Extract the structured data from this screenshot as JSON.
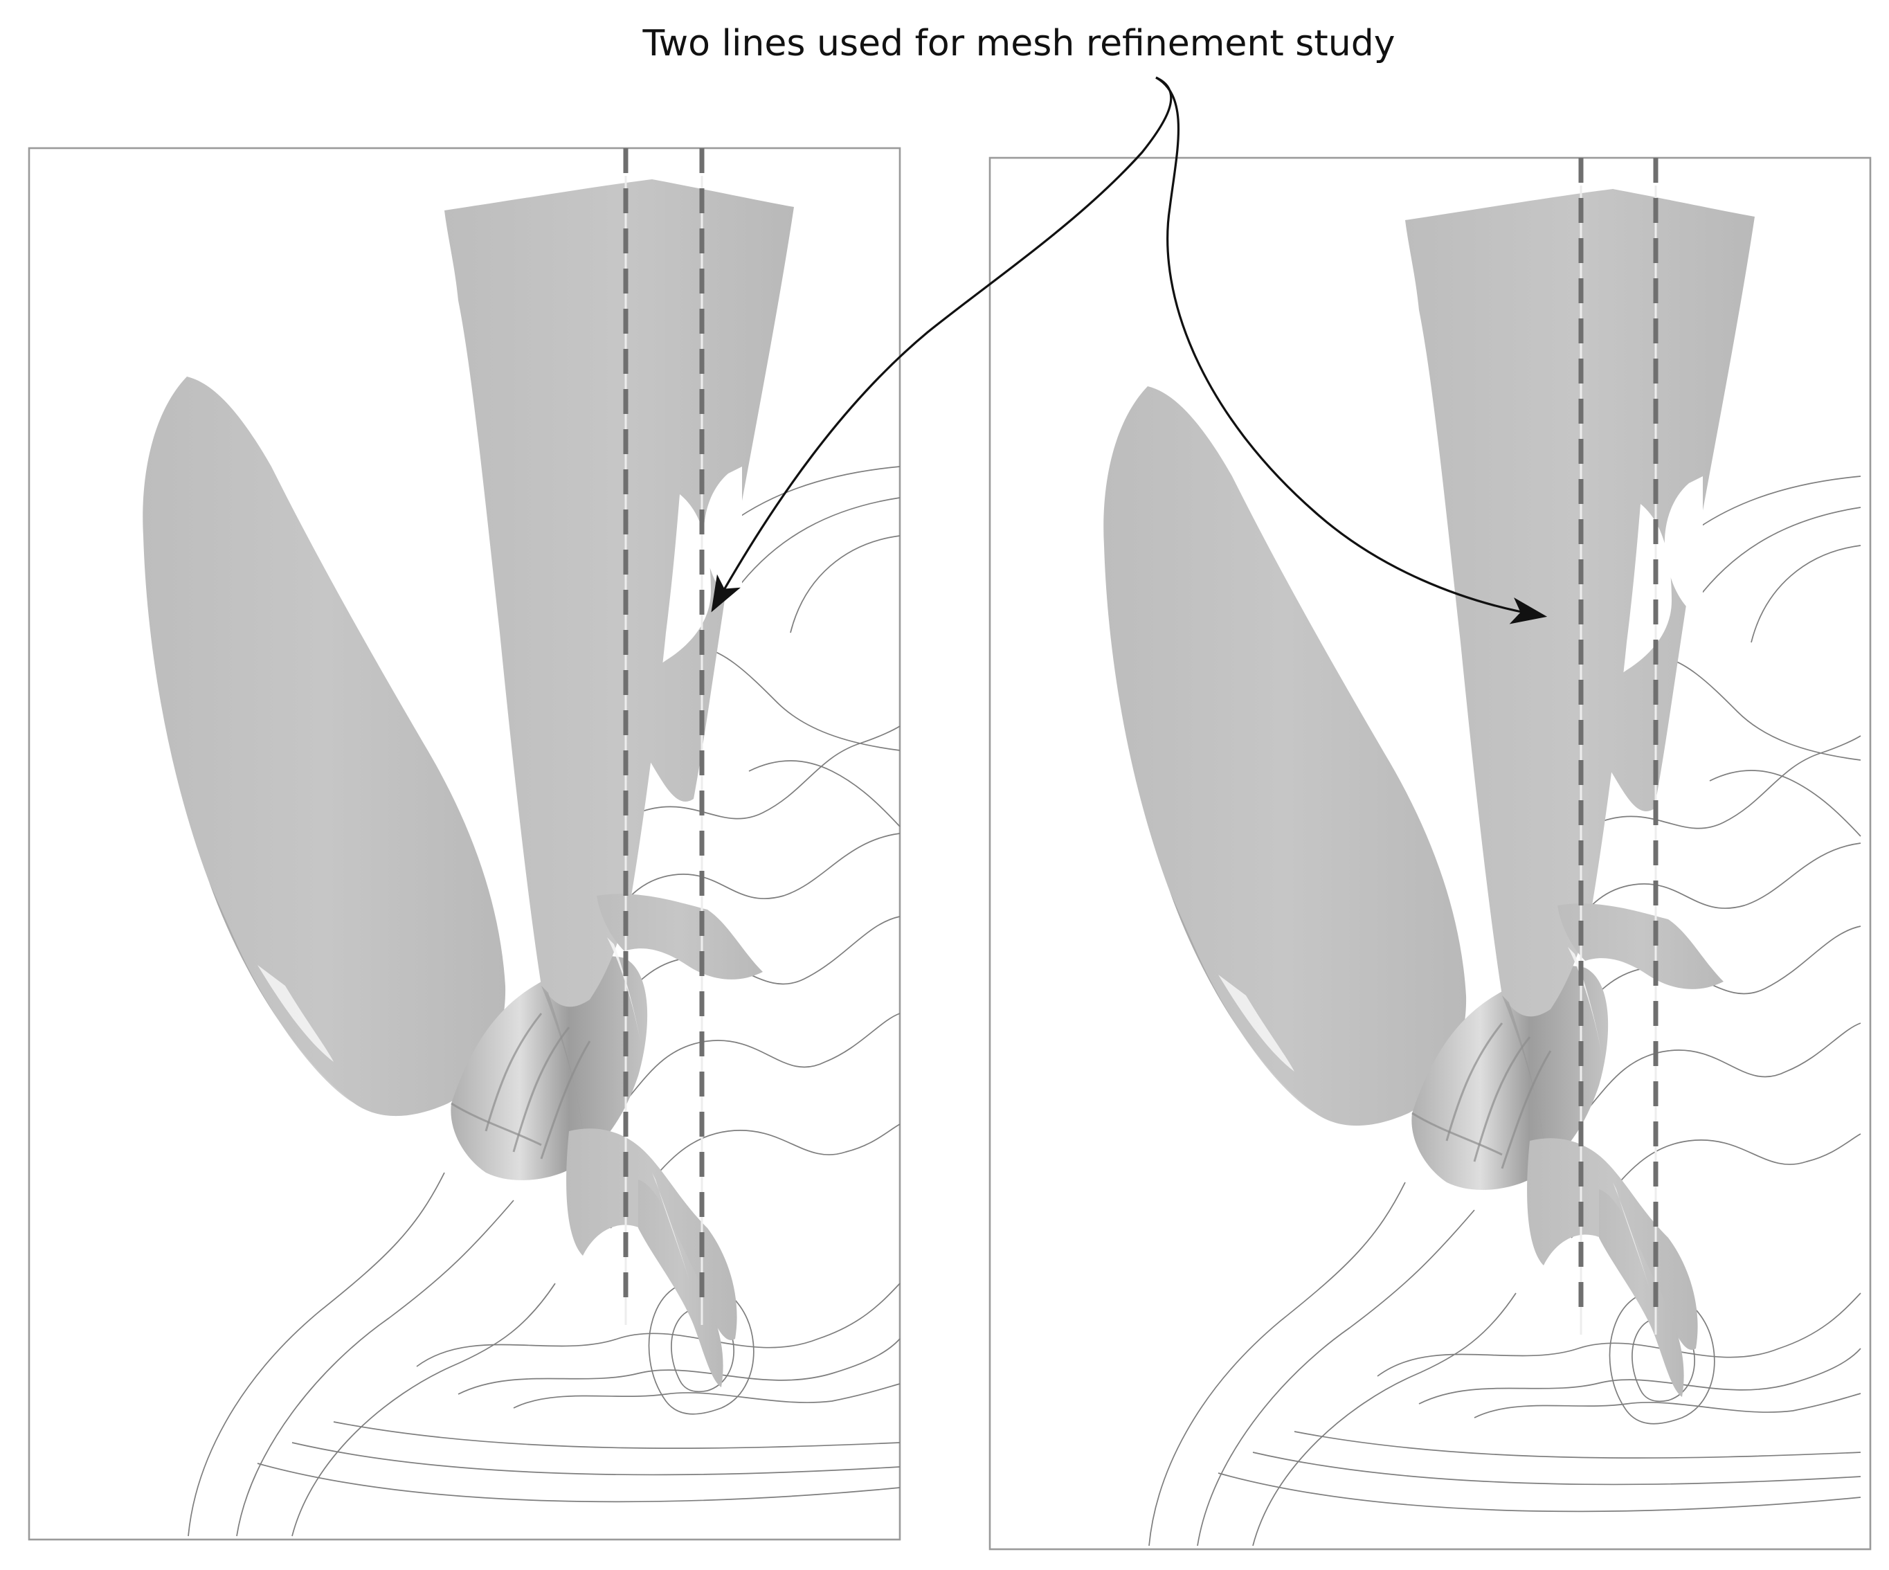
{
  "annotation": {
    "text": "Two lines used for mesh refinement study"
  },
  "panels": [
    {
      "name": "left"
    },
    {
      "name": "right"
    }
  ],
  "colors": {
    "blade": "#c2c2c2",
    "frame": "#9a9a9a",
    "contour": "#7d7d7d",
    "dashed_line": "#6f6f6f",
    "arrow": "#111111"
  }
}
